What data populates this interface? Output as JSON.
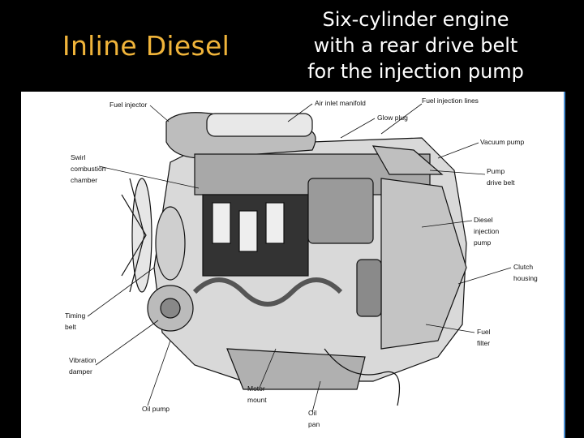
{
  "slide": {
    "title": "Inline Diesel",
    "subtitle_lines": [
      "Six-cylinder engine",
      "with a rear drive belt",
      "for the injection pump"
    ]
  },
  "labels": {
    "fuel_injector": "Fuel injector",
    "air_inlet_manifold": "Air inlet manifold",
    "fuel_injection_lines": "Fuel injection lines",
    "glow_plug": "Glow plug",
    "vacuum_pump": "Vacuum pump",
    "swirl_1": "Swirl",
    "swirl_2": "combustion",
    "swirl_3": "chamber",
    "pump_belt_1": "Pump",
    "pump_belt_2": "drive belt",
    "diesel_pump_1": "Diesel",
    "diesel_pump_2": "injection",
    "diesel_pump_3": "pump",
    "clutch_1": "Clutch",
    "clutch_2": "housing",
    "timing_1": "Timing",
    "timing_2": "belt",
    "fuel_filter_1": "Fuel",
    "fuel_filter_2": "filter",
    "vibration_1": "Vibration",
    "vibration_2": "damper",
    "motor_mount_1": "Motor",
    "motor_mount_2": "mount",
    "oil_pump": "Oil pump",
    "oil_pan_1": "Oil",
    "oil_pan_2": "pan"
  },
  "colors": {
    "background": "#000000",
    "title": "#f0b43a",
    "subtitle": "#ffffff",
    "panel": "#ffffff",
    "edge": "#4a8fd4"
  }
}
